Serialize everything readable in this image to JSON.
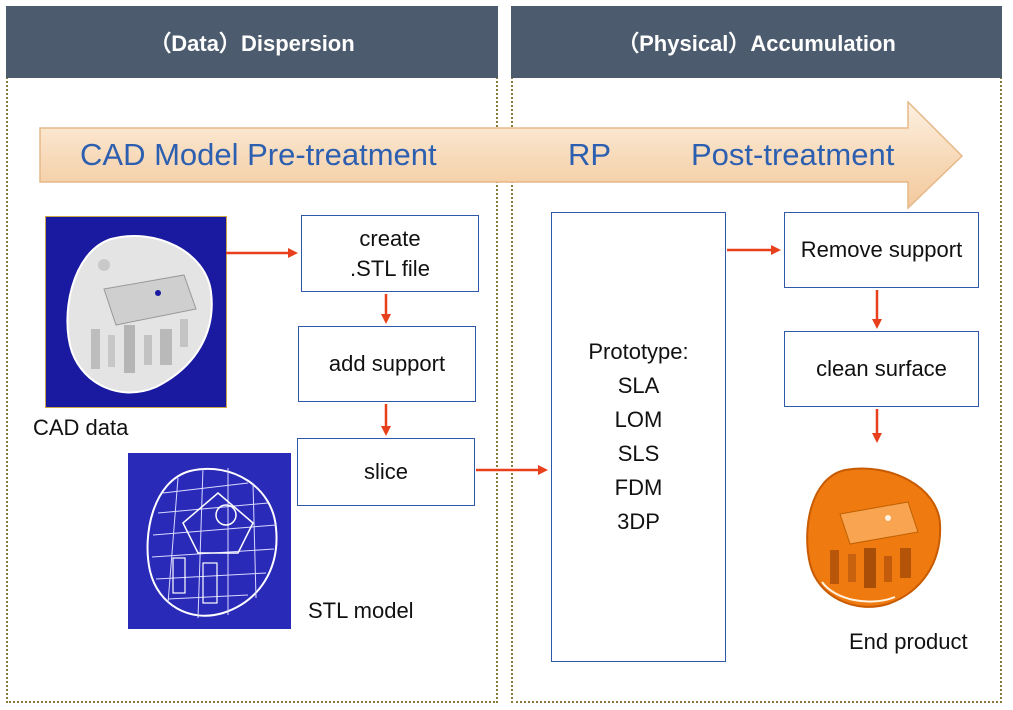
{
  "panels": {
    "left_title": "（Data）Dispersion",
    "right_title": "（Physical）Accumulation"
  },
  "banner": {
    "stage1": "CAD Model Pre-treatment",
    "stage2": "RP",
    "stage3": "Post-treatment"
  },
  "steps": {
    "create_line1": "create",
    "create_line2": ".STL file",
    "add_support": "add support",
    "slice": "slice",
    "remove_support": "Remove support",
    "clean_surface": "clean surface"
  },
  "prototype": {
    "title": "Prototype:",
    "methods": [
      "SLA",
      "LOM",
      "SLS",
      "FDM",
      "3DP"
    ]
  },
  "captions": {
    "cad_data": "CAD data",
    "stl_model": "STL model",
    "end_product": "End product"
  },
  "colors": {
    "header": "#4d5b6e",
    "banner_text": "#2d5fb0",
    "box_border": "#2f59a8",
    "arrow": "#e8401c",
    "panel_border": "#8a7a3a",
    "product": "#ef7a10"
  }
}
